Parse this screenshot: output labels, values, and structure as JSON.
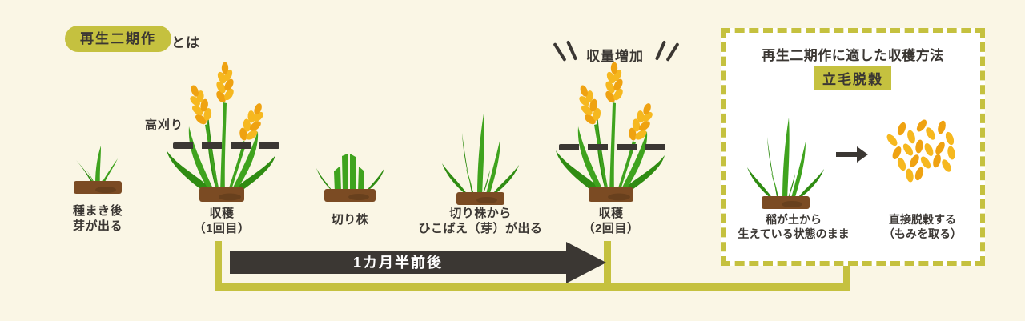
{
  "colors": {
    "background": "#faf6e5",
    "accent_olive": "#c5c13f",
    "charcoal": "#3b3733",
    "leaf_green": "#3fa31e",
    "leaf_green_dark": "#2f8c12",
    "soil_brown": "#7b4b23",
    "grain_yellow": "#f4b31c",
    "box_background": "#ffffff"
  },
  "header": {
    "badge_label": "再生二期作",
    "suffix": "とは"
  },
  "stages": [
    {
      "label_lines": [
        "種まき後",
        "芽が出る"
      ]
    },
    {
      "cut_height_label": "高刈り",
      "label_lines": [
        "収穫",
        "（1回目）"
      ]
    },
    {
      "label_lines": [
        "切り株",
        ""
      ]
    },
    {
      "label_lines": [
        "切り株から",
        "ひこばえ（芽）が出る"
      ]
    },
    {
      "callout": "収量増加",
      "label_lines": [
        "収穫",
        "（2回目）"
      ]
    }
  ],
  "timeline": {
    "arrow_label": "1カ月半前後"
  },
  "method_box": {
    "title": "再生二期作に適した収穫方法",
    "highlight_label": "立毛脱穀",
    "left_caption_lines": [
      "稲が土から",
      "生えている状態のまま"
    ],
    "right_caption_lines": [
      "直接脱穀する",
      "（もみを取る）"
    ]
  }
}
